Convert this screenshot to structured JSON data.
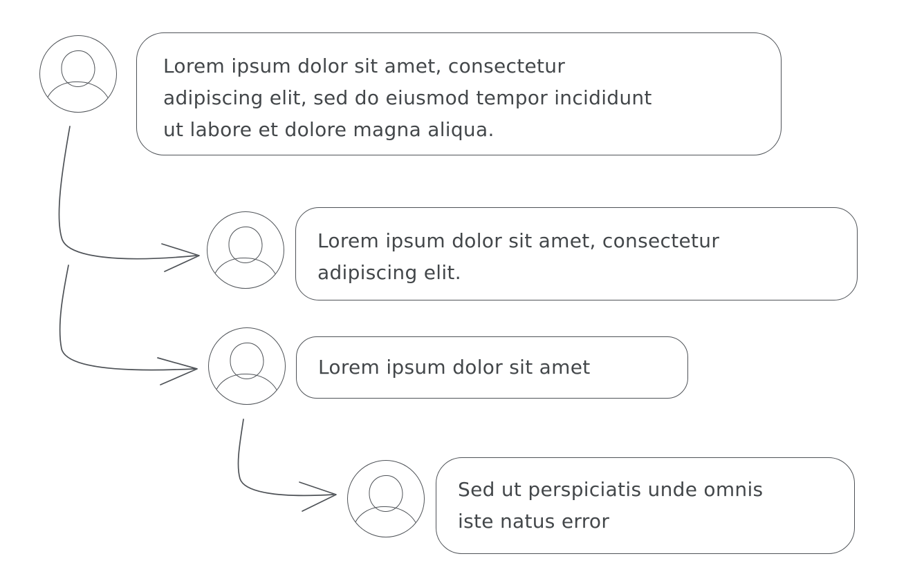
{
  "page": {
    "background": "#ffffff"
  },
  "diagram": {
    "type": "comment-thread",
    "stroke_color": "#4d5156",
    "text_color": "#43474a",
    "icons": {
      "avatar": "person-in-circle"
    },
    "comments": [
      {
        "depth": 0,
        "lines": [
          "Lorem ipsum dolor sit amet, consectetur",
          "adipiscing elit, sed do eiusmod tempor incididunt",
          "ut labore et dolore magna aliqua."
        ]
      },
      {
        "depth": 1,
        "lines": [
          "Lorem ipsum dolor sit amet, consectetur",
          "adipiscing elit."
        ]
      },
      {
        "depth": 1,
        "lines": [
          "Lorem ipsum dolor sit amet"
        ]
      },
      {
        "depth": 2,
        "lines": [
          "Sed ut perspiciatis unde omnis",
          "iste natus error"
        ]
      }
    ],
    "arrows": [
      {
        "from": "comment-1",
        "to": "comment-2"
      },
      {
        "from": "comment-1",
        "to": "comment-3"
      },
      {
        "from": "comment-3",
        "to": "comment-4"
      }
    ]
  }
}
